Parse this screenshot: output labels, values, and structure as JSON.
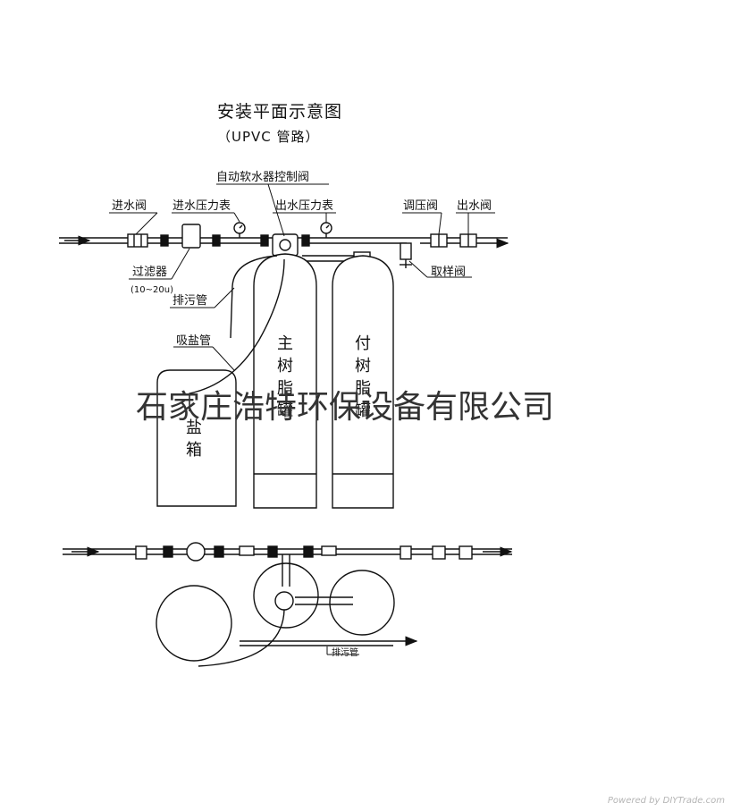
{
  "title": "安装平面示意图",
  "subtitle": "（UPVC 管路）",
  "labels": {
    "control_valve": "自动软水器控制阀",
    "inlet_valve": "进水阀",
    "inlet_gauge": "进水压力表",
    "outlet_gauge": "出水压力表",
    "pressure_regulator": "调压阀",
    "outlet_valve": "出水阀",
    "filter": "过滤器",
    "filter_spec": "(10~20u)",
    "drain_pipe": "排污管",
    "brine_pipe": "吸盐管",
    "sampling_valve": "取样阀",
    "main_tank": "主树脂罐",
    "aux_tank": "付树脂罐",
    "brine_tank": "盐箱",
    "brine_tank_partial": "盐",
    "plan_drain_pipe": "排污管"
  },
  "watermark": "石家庄浩特环保设备有限公司",
  "credit": "Powered by DIYTrade.com",
  "colors": {
    "line": "#111111",
    "watermark": "#333333",
    "credit": "#b5b5b5"
  }
}
